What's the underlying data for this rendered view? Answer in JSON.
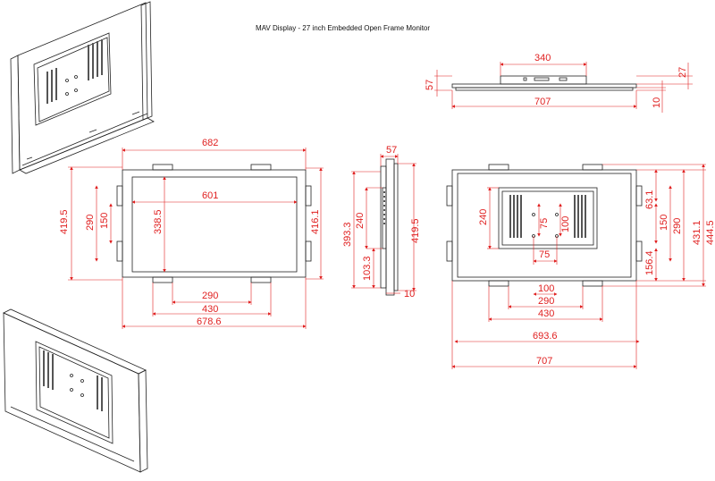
{
  "title": "MAV Display - 27 inch Embedded Open Frame Monitor",
  "dimension_color": "#e02020",
  "line_color": "#222222",
  "views": {
    "front": {
      "width_top": "682",
      "bezel_opening": "601",
      "height_left": "419.5",
      "vesa_290_left": "290",
      "vesa_150_left": "150",
      "opening_height": "338.5",
      "height_right": "416.1",
      "bottom_290": "290",
      "bottom_430": "430",
      "bottom_678": "678.6"
    },
    "side": {
      "depth": "57",
      "h393": "393.3",
      "h240": "240",
      "h103": "103.3",
      "h419": "419.5",
      "d10": "10"
    },
    "top": {
      "w340": "340",
      "h57": "57",
      "h27": "27",
      "w707": "707",
      "d10": "10"
    },
    "rear": {
      "h240": "240",
      "v75": "75",
      "v100": "100",
      "h75": "75",
      "h63": "63.1",
      "h150": "150",
      "h290": "290",
      "h156": "156.4",
      "h431": "431.1",
      "h444": "444.5",
      "w100": "100",
      "w290": "290",
      "w430": "430",
      "w693": "693.6",
      "w707": "707"
    },
    "iso_top": {},
    "iso_bottom": {}
  }
}
